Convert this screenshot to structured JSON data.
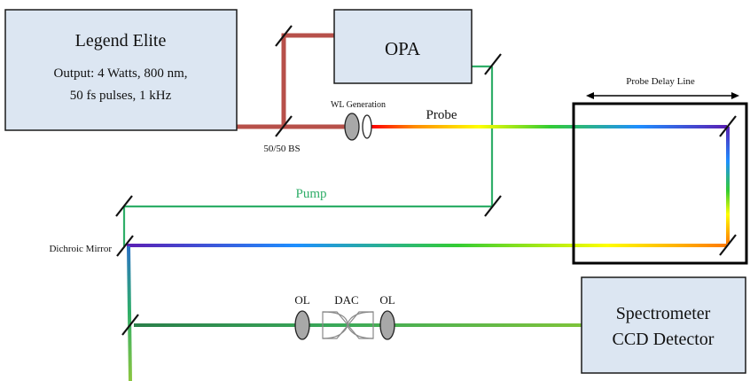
{
  "boxes": {
    "laser": {
      "title": "Legend Elite",
      "line1": "Output: 4 Watts, 800 nm,",
      "line2": "50 fs pulses, 1 kHz"
    },
    "opa": {
      "title": "OPA"
    },
    "spectrometer": {
      "line1": "Spectrometer",
      "line2": "CCD Detector"
    }
  },
  "labels": {
    "beam_splitter": "50/50 BS",
    "wl_generation": "WL Generation",
    "probe": "Probe",
    "pump": "Pump",
    "delay_line": "Probe Delay Line",
    "dichroic": "Dichroic Mirror",
    "ol_left": "OL",
    "dac": "DAC",
    "ol_right": "OL"
  },
  "colors": {
    "box_fill": "#dce6f2",
    "laser_beam": "#b7504a",
    "pump_beam": "#2fae68",
    "probe_spectrum": [
      "#ff0000",
      "#ff8c00",
      "#ffff00",
      "#00c000",
      "#1e8fff",
      "#5a1fb4"
    ]
  }
}
